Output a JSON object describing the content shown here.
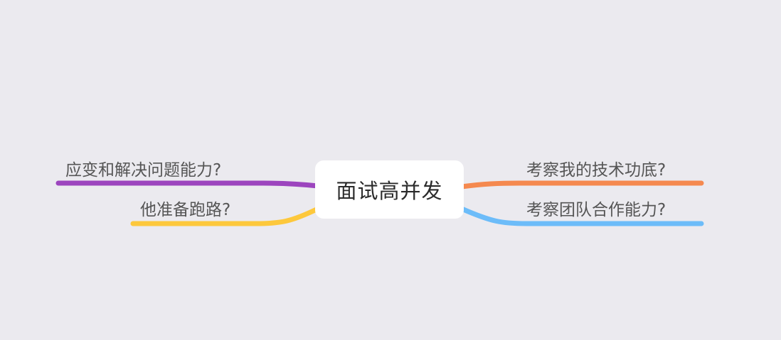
{
  "mindmap": {
    "root": {
      "label": "面试高并发"
    },
    "branches": [
      {
        "id": "left-1",
        "label": "应变和解决问题能力?",
        "color": "#9c45be"
      },
      {
        "id": "left-2",
        "label": "他准备跑路?",
        "color": "#fdc83c"
      },
      {
        "id": "right-1",
        "label": "考察我的技术功底?",
        "color": "#f5894f"
      },
      {
        "id": "right-2",
        "label": "考察团队合作能力?",
        "color": "#6cbcf9"
      }
    ],
    "background_color": "#ebeaef"
  }
}
